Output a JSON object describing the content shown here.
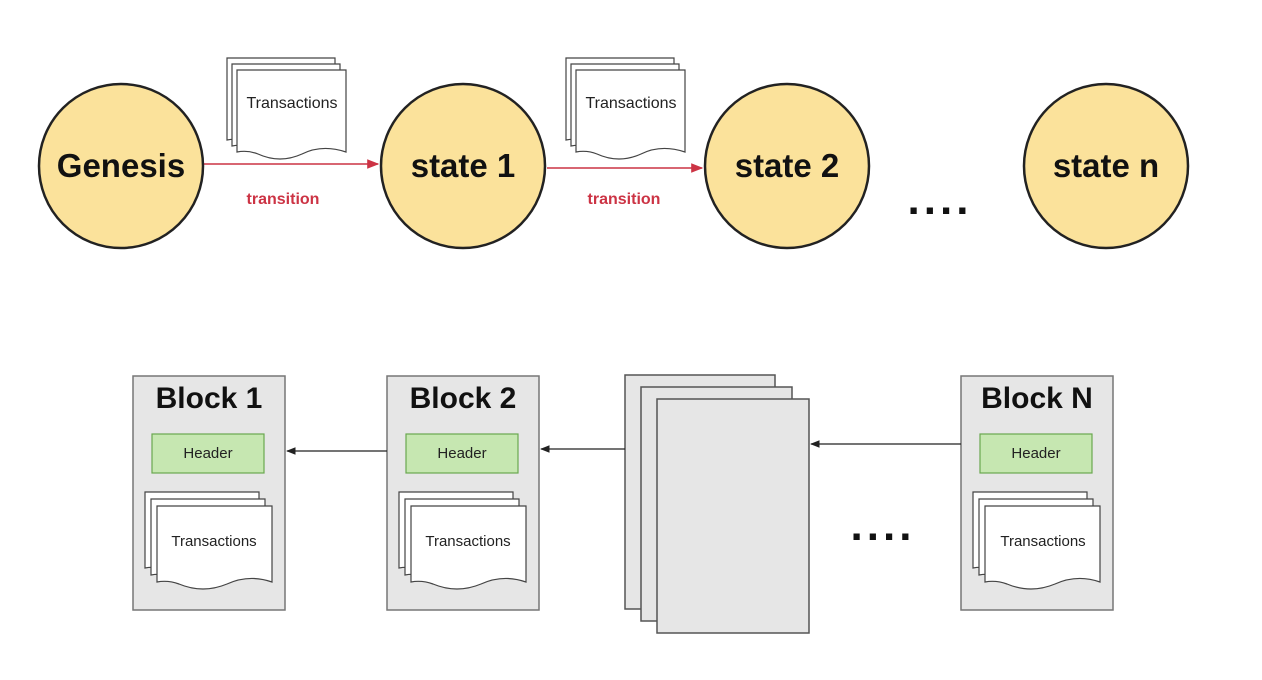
{
  "state_chain": {
    "states": [
      "Genesis",
      "state 1",
      "state 2",
      "state n"
    ],
    "transition_label": "transition",
    "transactions_label": "Transactions",
    "ellipsis": "...."
  },
  "block_chain": {
    "blocks": [
      "Block 1",
      "Block 2",
      "Block N"
    ],
    "header_label": "Header",
    "transactions_label": "Transactions",
    "ellipsis": "...."
  },
  "colors": {
    "state_fill": "#fbe29b",
    "state_stroke": "#222222",
    "transition_arrow": "#cc3344",
    "block_fill": "#e6e6e6",
    "block_stroke": "#777777",
    "header_fill": "#c6e7b1",
    "header_stroke": "#6aa84f",
    "arrow": "#222222"
  }
}
